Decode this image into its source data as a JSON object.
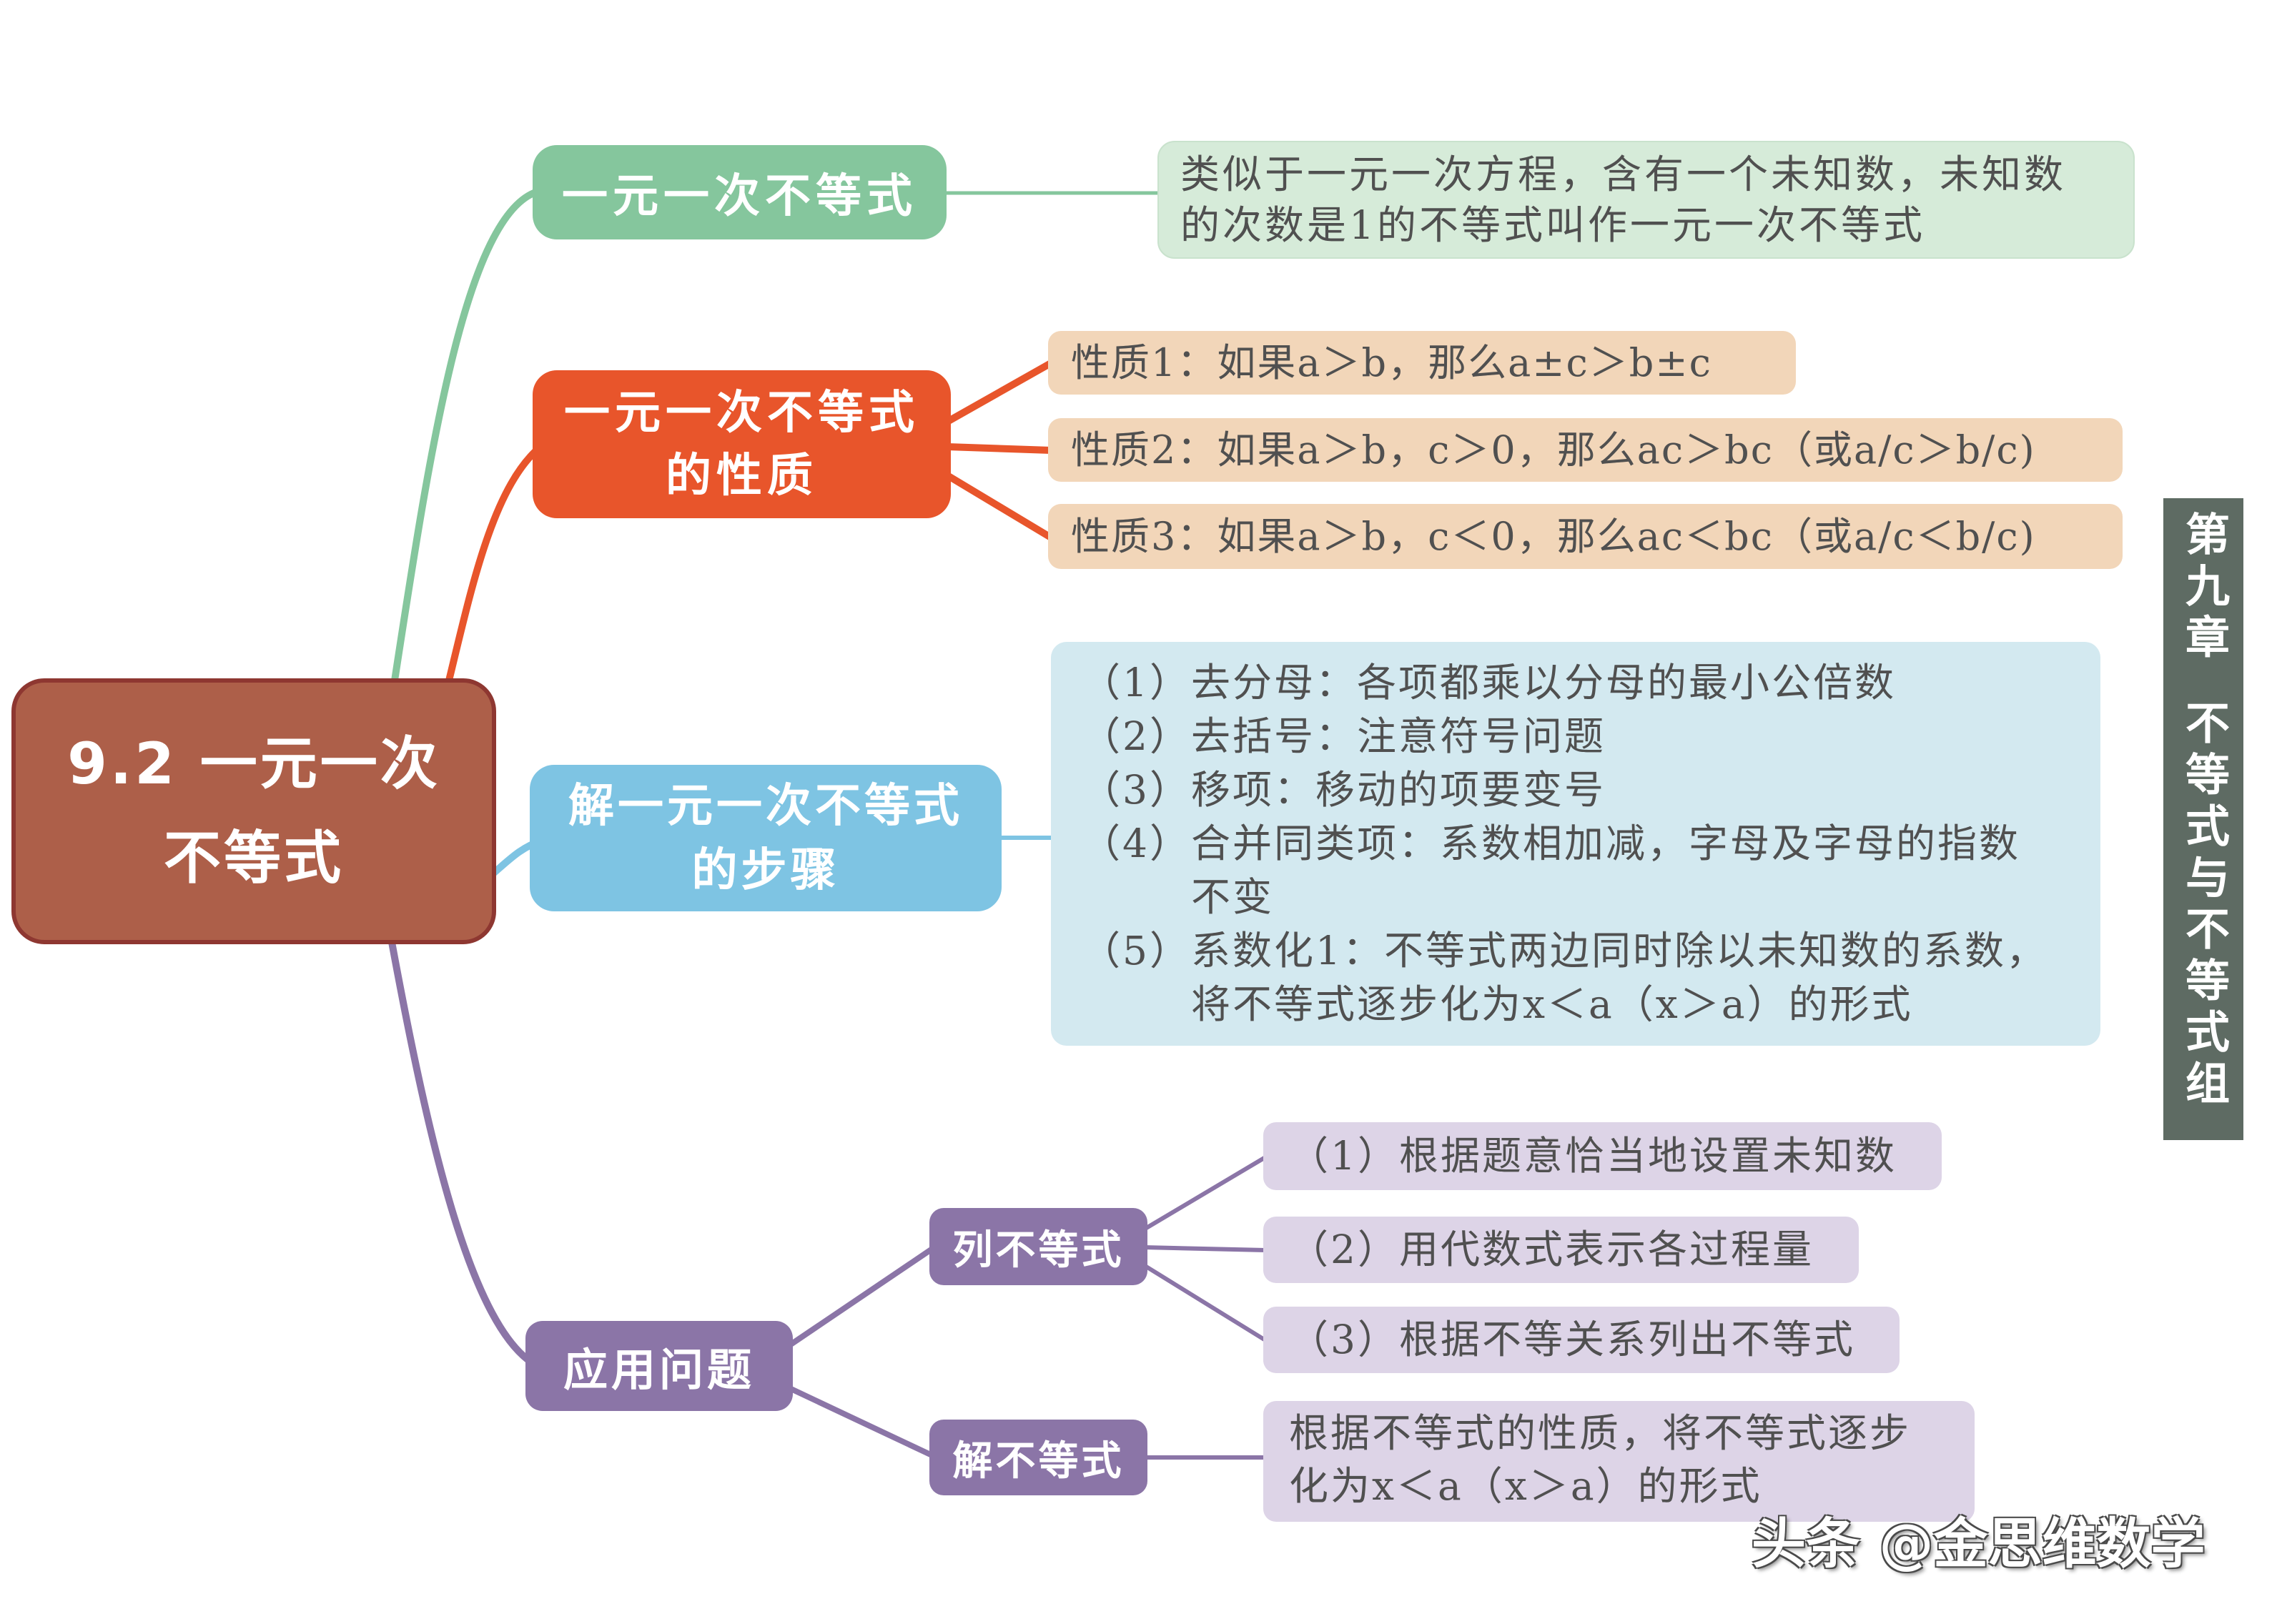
{
  "root": {
    "line1": "9.2 一元一次",
    "line2": "不等式"
  },
  "definition": {
    "label": "一元一次不等式",
    "desc_lines": [
      "类似于一元一次方程，含有一个未知数，未知数",
      "的次数是1的不等式叫作一元一次不等式"
    ]
  },
  "properties": {
    "label_lines": [
      "一元一次不等式",
      "的性质"
    ],
    "items": [
      "性质1：如果a＞b，那么a±c＞b±c",
      "性质2：如果a＞b，c＞0，那么ac＞bc（或a/c＞b/c)",
      "性质3：如果a＞b，c＜0，那么ac＜bc（或a/c＜b/c)"
    ]
  },
  "steps": {
    "label_lines": [
      "解一元一次不等式",
      "的步骤"
    ],
    "items": [
      {
        "num": "（1）",
        "lines": [
          "去分母：各项都乘以分母的最小公倍数"
        ]
      },
      {
        "num": "（2）",
        "lines": [
          "去括号：注意符号问题"
        ]
      },
      {
        "num": "（3）",
        "lines": [
          "移项：移动的项要变号"
        ]
      },
      {
        "num": "（4）",
        "lines": [
          "合并同类项：系数相加减，字母及字母的指数",
          "不变"
        ]
      },
      {
        "num": "（5）",
        "lines": [
          "系数化1：不等式两边同时除以未知数的系数，",
          "将不等式逐步化为x＜a（x＞a）的形式"
        ]
      }
    ]
  },
  "application": {
    "label": "应用问题",
    "formulate": {
      "label": "列不等式",
      "items": [
        "（1）根据题意恰当地设置未知数",
        "（2）用代数式表示各过程量",
        "（3）根据不等关系列出不等式"
      ]
    },
    "solve": {
      "label": "解不等式",
      "desc_lines": [
        "根据不等式的性质，将不等式逐步",
        "化为x＜a（x＞a）的形式"
      ]
    }
  },
  "side_tab": {
    "chapter": "第九章",
    "title": "不等式与不等式组"
  },
  "watermark": "头条 @金思维数学",
  "colors": {
    "root": "#ad5f49",
    "root_border": "#8e3731",
    "green": "#85c69d",
    "green_light": "#d6ebd9",
    "orange": "#e8552b",
    "peach": "#f2d6b9",
    "blue": "#7ec4e3",
    "blue_light": "#d3e9f0",
    "purple": "#8b75a7",
    "purple_light": "#ddd4e7",
    "tab": "#5e6b63"
  }
}
